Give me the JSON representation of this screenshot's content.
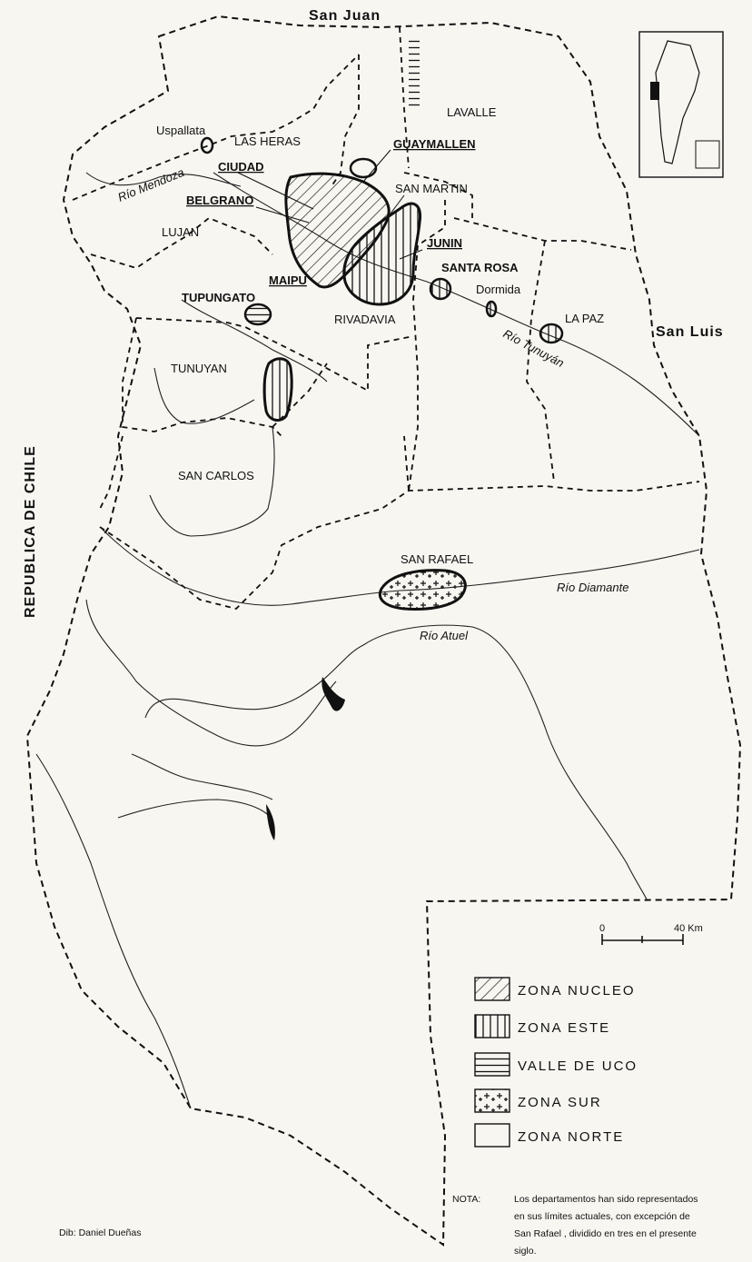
{
  "neighbors": {
    "north": "San Juan",
    "east": "San Luis",
    "west": "REPUBLICA DE CHILE"
  },
  "departments": {
    "lavalle": "LAVALLE",
    "las_heras": "LAS HERAS",
    "guaymallen": "GUAYMALLEN",
    "ciudad": "CIUDAD",
    "san_martin": "SAN MARTIN",
    "belgrano": "BELGRANO",
    "lujan": "LUJAN",
    "junin": "JUNIN",
    "santa_rosa": "SANTA ROSA",
    "tupungato": "TUPUNGATO",
    "maipu": "MAIPU",
    "rivadavia": "RIVADAVIA",
    "la_paz": "LA PAZ",
    "tunuyan": "TUNUYAN",
    "san_carlos": "SAN CARLOS",
    "san_rafael": "SAN RAFAEL"
  },
  "places": {
    "uspallata": "Uspallata",
    "dormida": "Dormida"
  },
  "rivers": {
    "mendoza": "Río Mendoza",
    "tunuyan": "Río Tunuyán",
    "diamante": "Río Diamante",
    "atuel": "Río Atuel"
  },
  "scale": {
    "start": "0",
    "end": "40 Km"
  },
  "legend": [
    {
      "id": "nucleo",
      "label": "ZONA NUCLEO",
      "pattern": "diagonal"
    },
    {
      "id": "este",
      "label": "ZONA ESTE",
      "pattern": "vertical"
    },
    {
      "id": "uco",
      "label": "VALLE DE UCO",
      "pattern": "horizontal"
    },
    {
      "id": "sur",
      "label": "ZONA SUR",
      "pattern": "crosses"
    },
    {
      "id": "norte",
      "label": "ZONA NORTE",
      "pattern": "blank"
    }
  ],
  "note": {
    "prefix": "NOTA:",
    "lines": [
      "Los departamentos han sido representados",
      "en sus límites actuales, con excepción de",
      "San Rafael , dividido en tres en el presente",
      "siglo."
    ]
  },
  "credit": "Dib: Daniel Dueñas",
  "colors": {
    "ink": "#111111",
    "paper": "#f7f6f1"
  }
}
